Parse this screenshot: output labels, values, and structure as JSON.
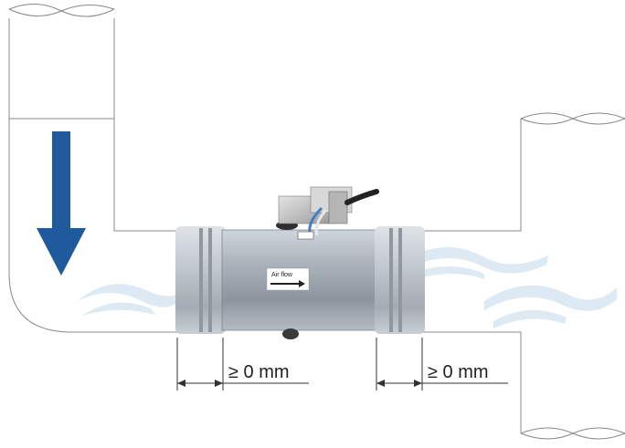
{
  "dimensions": {
    "left_clearance": "≥ 0 mm",
    "right_clearance": "≥ 0 mm"
  },
  "unit_label": {
    "text": "Air flow"
  },
  "colors": {
    "flow_arrow": "#1f5a9c",
    "air_wave": "#dde9f3",
    "pipe_stroke": "#888888"
  },
  "icons": {
    "flow_direction": "arrow-down-icon",
    "label_arrow": "arrow-right-icon"
  }
}
